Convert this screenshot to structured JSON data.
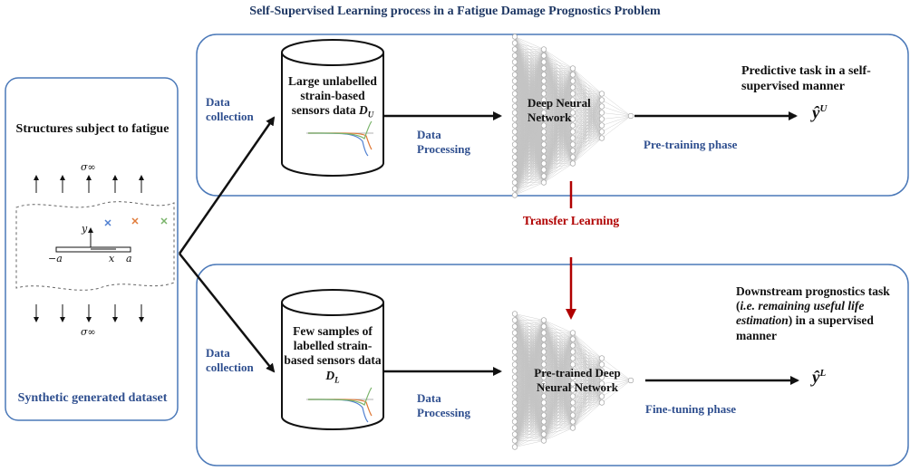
{
  "title": "Self-Supervised Learning process in a Fatigue Damage Prognostics Problem",
  "left_panel": {
    "heading": "Structures subject to fatigue",
    "sigma_top": "σ∞",
    "sigma_bottom": "σ∞",
    "axis_y": "y",
    "crack_left": "−a",
    "crack_x": "x",
    "crack_right": "a",
    "footer": "Synthetic generated dataset"
  },
  "top_row": {
    "data_collection": "Data collection",
    "database_text": "Large unlabelled strain-based sensors data",
    "database_symbol": "D",
    "database_subscript": "U",
    "data_processing": "Data Processing",
    "network_label": "Deep Neural Network",
    "phase": "Pre-training phase",
    "task": "Predictive task in a self-supervised manner",
    "output_symbol": "ŷ",
    "output_superscript": "U"
  },
  "transfer": "Transfer Learning",
  "bottom_row": {
    "data_collection": "Data collection",
    "database_text": "Few samples of labelled strain-based sensors",
    "database_text_tail": "data",
    "database_symbol": "D",
    "database_subscript": "L",
    "data_processing": "Data Processing",
    "network_label": "Pre-trained Deep Neural Network",
    "phase": "Fine-tuning phase",
    "task_prefix": "Downstream prognostics task (",
    "task_italic": "i.e. remaining useful life estimation",
    "task_suffix": ") in a supervised manner",
    "output_symbol": "ŷ",
    "output_superscript": "L"
  },
  "colors": {
    "frame": "#4a78b8",
    "title": "#1f3864",
    "label": "#2f4f8f",
    "transfer_arrow": "#b00000",
    "curve_blue": "#4f7fd1",
    "curve_orange": "#e07b3a",
    "curve_green": "#7ab46b"
  }
}
